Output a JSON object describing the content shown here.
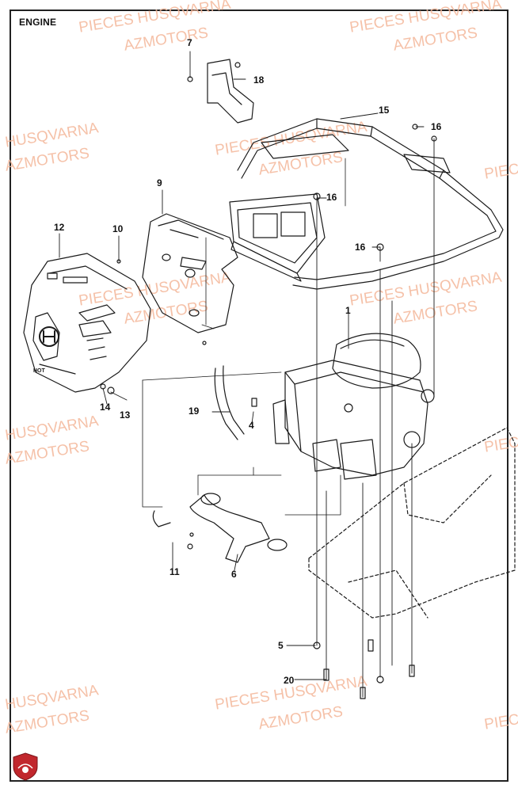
{
  "diagram": {
    "title": "ENGINE",
    "callouts": [
      "1",
      "4",
      "5",
      "6",
      "7",
      "9",
      "10",
      "11",
      "12",
      "13",
      "14",
      "15",
      "16",
      "16",
      "16",
      "18",
      "19",
      "20"
    ],
    "watermarks": [
      "PIECES HUSQVARNA",
      "AZMOTORS",
      "HUSQVARNA",
      "AZMOTORS",
      "PIECES",
      "PIECES HUSQVARNA",
      "AZMOTORS",
      "PIECES HUSQVARNA",
      "AZMOTORS",
      "HUSQVARNA",
      "AZMOTORS",
      "PIECES",
      "PIECES HUSQVARNA",
      "AZMOTORS",
      "PIECES HUSQVARNA",
      "AZMOTORS",
      "HUSQVARNA",
      "AZMOTORS",
      "PIECES HUSQVARNA",
      "AZMOTORS",
      "PIECES"
    ],
    "part_marks": {
      "grille_text": "HOT"
    },
    "colors": {
      "line": "#1a1a1a",
      "watermark": "#f4b79a",
      "logo": "#c1272d"
    },
    "logo_icon": "shield-logo-icon"
  }
}
